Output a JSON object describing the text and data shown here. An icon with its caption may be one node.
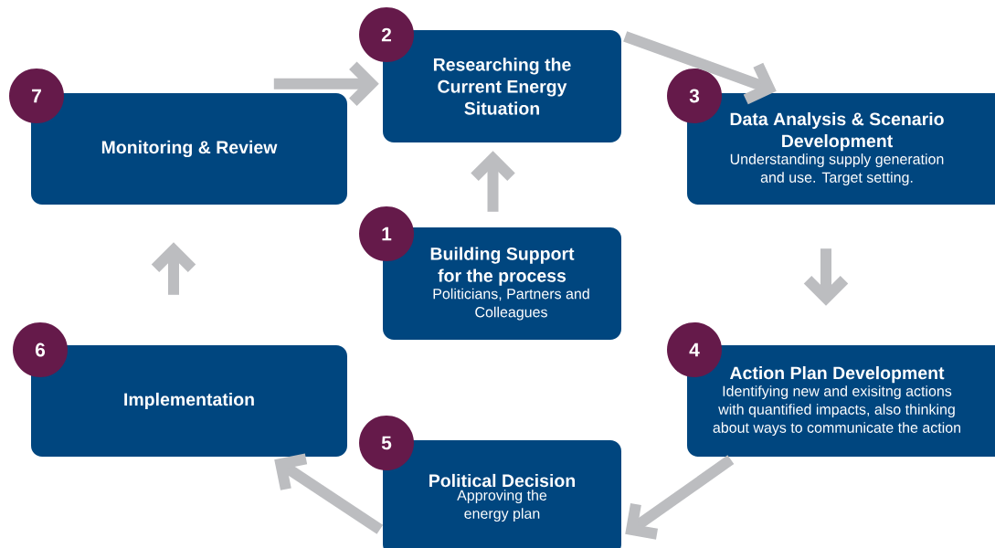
{
  "diagram": {
    "nodes": [
      {
        "text": [
          "Building Support for the process",
          "Politicians, Partners and Colleagues"
        ]
      },
      {
        "text": [
          "Researching the Current Energy Situation"
        ]
      },
      {
        "text": [
          "Data Analysis & Scenario Development",
          "Understanding supply generation and use. Target setting."
        ]
      },
      {
        "text": [
          "Action Plan Development",
          "Identifying new and exisitng actions with quantified impacts, also thinking about ways to communicate the action"
        ]
      },
      {
        "text": [
          "Political Decision",
          "Approving the energy plan"
        ]
      },
      {
        "text": [
          "Implementation"
        ]
      },
      {
        "text": [
          "Monitoring & Review"
        ]
      },
      {
        "text": [
          "1"
        ]
      },
      {
        "text": [
          "2"
        ]
      },
      {
        "text": [
          "3"
        ]
      },
      {
        "text": [
          "4"
        ]
      },
      {
        "text": [
          "5"
        ]
      },
      {
        "text": [
          "6"
        ]
      },
      {
        "text": [
          "7"
        ]
      }
    ],
    "edges": [
      {
        "from": 0,
        "to": 1,
        "arrow": "to"
      },
      {
        "from": 1,
        "to": 2,
        "arrow": "to"
      },
      {
        "from": 2,
        "to": 3,
        "arrow": "to"
      },
      {
        "from": 3,
        "to": 4,
        "arrow": "to"
      },
      {
        "from": 4,
        "to": 5,
        "arrow": "to"
      },
      {
        "from": 5,
        "to": 6,
        "arrow": "to"
      },
      {
        "from": 6,
        "to": 1,
        "arrow": "to"
      }
    ]
  }
}
